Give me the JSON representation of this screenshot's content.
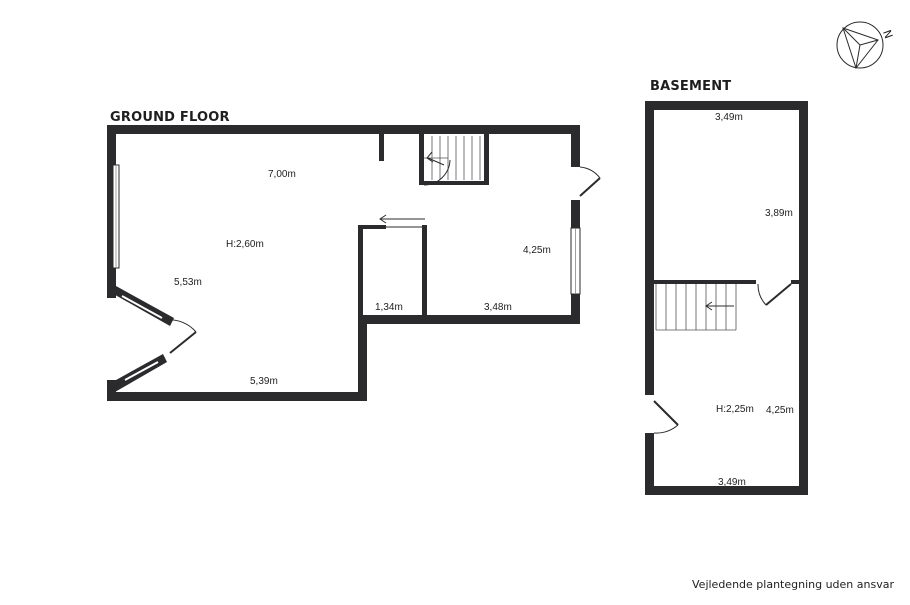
{
  "colors": {
    "wall": "#2b2b2d",
    "text": "#1e1e1e",
    "background": "#ffffff"
  },
  "ground_floor": {
    "title": "GROUND FLOOR",
    "labels": {
      "width_top": "7,00m",
      "height": "H:2,60m",
      "left_side": "5,53m",
      "bottom": "5,39m",
      "closet": "1,34m",
      "right_bottom": "3,48m",
      "right_side": "4,25m"
    }
  },
  "basement": {
    "title": "BASEMENT",
    "labels": {
      "top": "3,49m",
      "upper_side": "3,89m",
      "height": "H:2,25m",
      "lower_side": "4,25m",
      "bottom": "3,49m"
    }
  },
  "compass": {
    "north_letter": "N",
    "icon": "north-compass-icon"
  },
  "footer": {
    "disclaimer": "Vejledende plantegning uden ansvar"
  }
}
